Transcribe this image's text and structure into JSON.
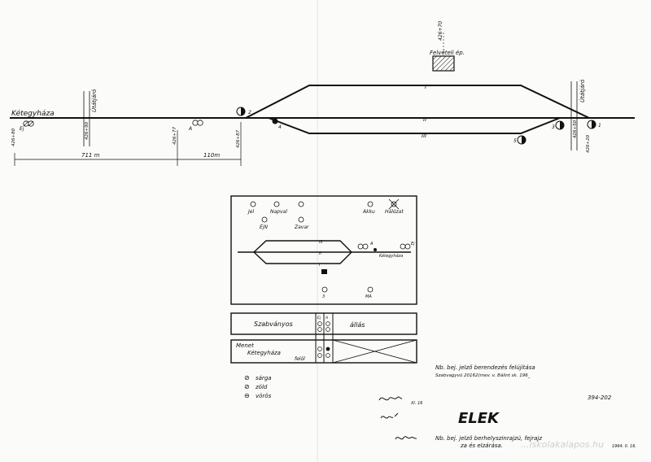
{
  "station": {
    "name": "ELEK",
    "direction_left": "Kétegyháza",
    "building_label": "Felvételi ép.",
    "building_km": "426+70",
    "tracks": [
      "I",
      "II",
      "III"
    ],
    "sign_left": "Útátjáró",
    "sign_right": "Útátjáró",
    "km_markers": [
      "426+80",
      "426+90",
      "426+77",
      "426+87",
      "426+50",
      "426+20"
    ],
    "signal_labels": [
      "Ej",
      "A",
      "2",
      "4",
      "3",
      "5",
      "1"
    ],
    "distances": [
      "711 m",
      "110m"
    ]
  },
  "panel": {
    "indicators": [
      "Jel",
      "Napval",
      "Akku",
      "Hálózat",
      "ÉjN",
      "Zavar"
    ],
    "track_labels": [
      "III",
      "II",
      "I"
    ],
    "signal_labels": [
      "Ej",
      "A"
    ],
    "direction": "Kétegyháza",
    "bottom_labels": [
      "3",
      "MA"
    ]
  },
  "table": {
    "row1_left": "Szabványos",
    "row1_right": "állás",
    "row1_heads": [
      "Ej",
      "A"
    ],
    "row2_line1": "Menet",
    "row2_line2": "Kétegyháza",
    "row2_line3": "felöl"
  },
  "legend": [
    {
      "sym": "⊘",
      "label": "sárga"
    },
    {
      "sym": "⊘",
      "label": "zöld"
    },
    {
      "sym": "⊖",
      "label": "vörös"
    }
  ],
  "notes": {
    "title_line1": "Nb. bej. jelző berendezés felújítása",
    "title_line2": "Szabvagyvü 20162(mev. v. Bálint sk. 196_",
    "doc_number": "394-202",
    "subtitle_line1": "Nb. bej. jelző berhelyszinrajzú, fejrajz",
    "subtitle_line2": "za és elzárása.",
    "date": "1964. II. 16.",
    "sig1_date": "XI. 16",
    "watermark": "...iskolakalapos.hu"
  }
}
